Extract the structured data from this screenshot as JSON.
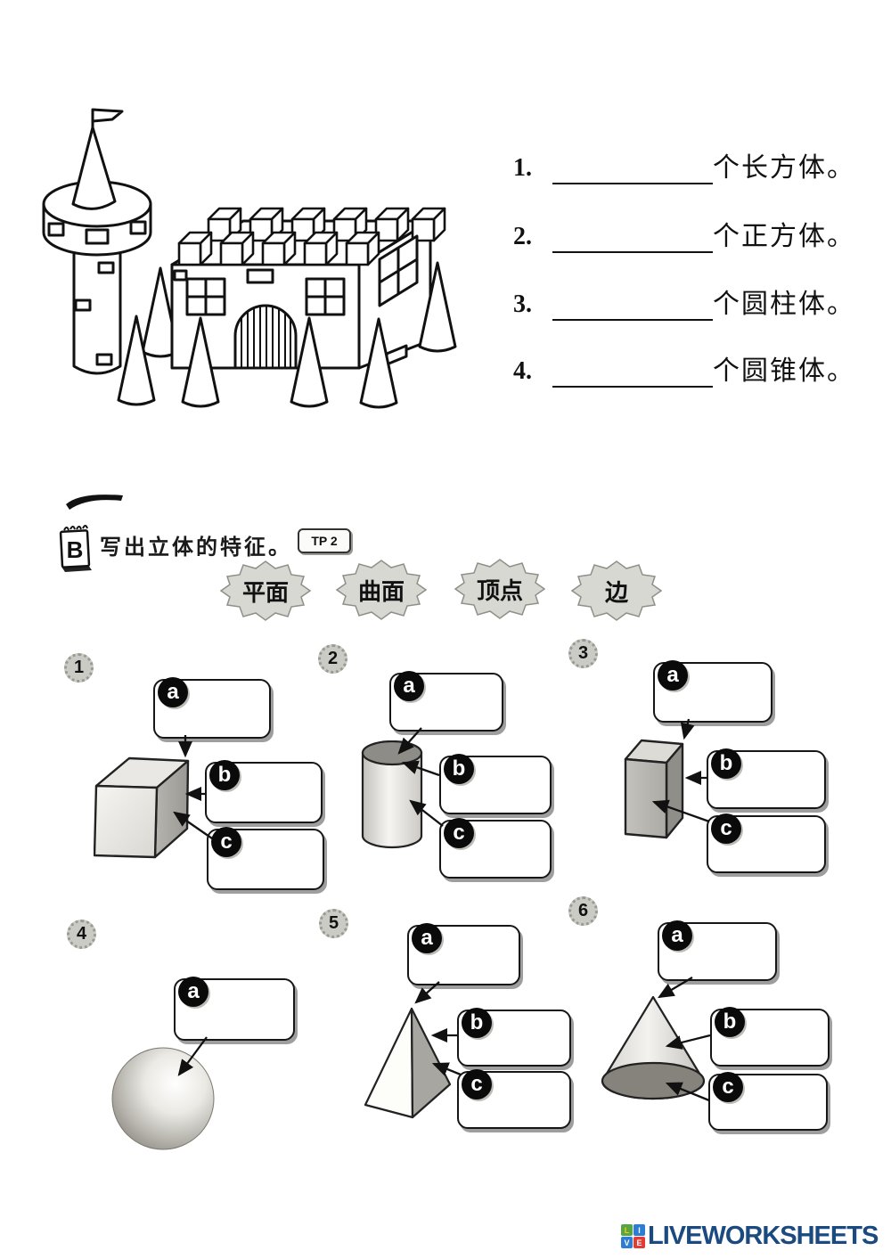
{
  "section_a": {
    "questions": [
      {
        "num": "1.",
        "text": "个长方体。"
      },
      {
        "num": "2.",
        "text": "个正方体。"
      },
      {
        "num": "3.",
        "text": "个圆柱体。"
      },
      {
        "num": "4.",
        "text": "个圆锥体。"
      }
    ]
  },
  "section_b": {
    "label": "B",
    "title": "写出立体的特征。",
    "tag": "TP 2",
    "word_bank": [
      "平面",
      "曲面",
      "顶点",
      "边"
    ],
    "exercises": [
      {
        "num": "1",
        "shape": "cube",
        "labels": [
          "a",
          "b",
          "c"
        ]
      },
      {
        "num": "2",
        "shape": "cylinder",
        "labels": [
          "a",
          "b",
          "c"
        ]
      },
      {
        "num": "3",
        "shape": "cuboid",
        "labels": [
          "a",
          "b",
          "c"
        ]
      },
      {
        "num": "4",
        "shape": "sphere",
        "labels": [
          "a"
        ]
      },
      {
        "num": "5",
        "shape": "pyramid",
        "labels": [
          "a",
          "b",
          "c"
        ]
      },
      {
        "num": "6",
        "shape": "cone",
        "labels": [
          "a",
          "b",
          "c"
        ]
      }
    ]
  },
  "footer": {
    "logo_text": "LIVEWORKSHEETS",
    "logo_color": "#1b4a80",
    "logo_tiles": [
      {
        "letter": "L",
        "color": "#58a546"
      },
      {
        "letter": "I",
        "color": "#2d7dd2"
      },
      {
        "letter": "V",
        "color": "#2d7dd2"
      },
      {
        "letter": "E",
        "color": "#e23b34"
      }
    ]
  }
}
